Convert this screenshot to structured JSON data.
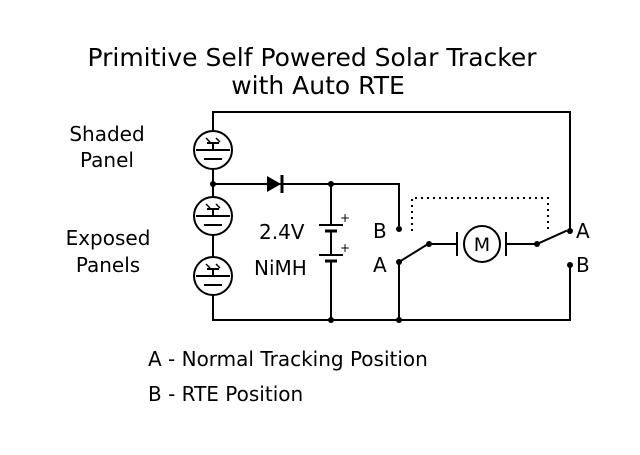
{
  "title": {
    "line1": "Primitive Self Powered Solar Tracker",
    "line2": "with Auto RTE"
  },
  "labels": {
    "shaded_line1": "Shaded",
    "shaded_line2": "Panel",
    "exposed_line1": "Exposed",
    "exposed_line2": "Panels",
    "battery_voltage": "2.4V",
    "battery_type": "NiMH",
    "left_switch_b": "B",
    "left_switch_a": "A",
    "right_switch_a": "A",
    "right_switch_b": "B",
    "motor": "M"
  },
  "legend": {
    "line_a": "A - Normal Tracking Position",
    "line_b": "B - RTE Position"
  },
  "colors": {
    "ink": "#000000",
    "background": "#ffffff"
  }
}
